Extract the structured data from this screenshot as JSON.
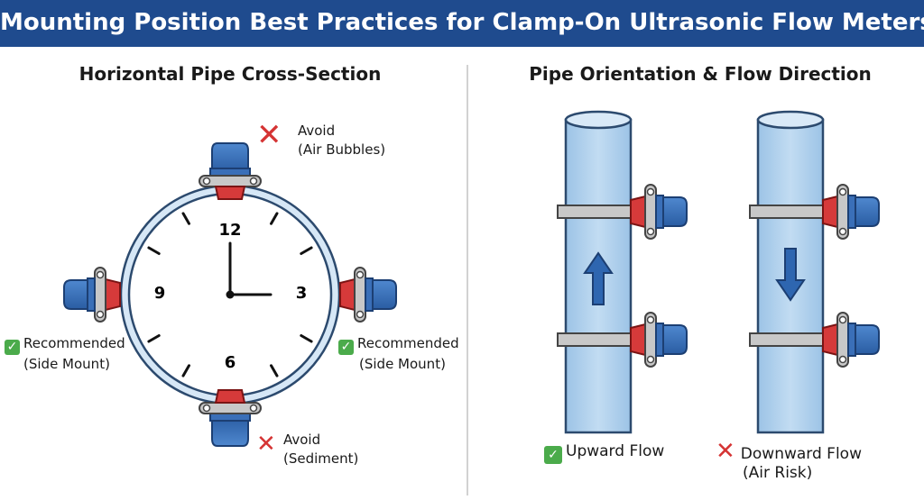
{
  "header": {
    "title": "Mounting Position Best Practices for Clamp-On Ultrasonic Flow Meters"
  },
  "left_panel": {
    "title": "Horizontal Pipe Cross-Section",
    "clock_numbers": {
      "n12": "12",
      "n3": "3",
      "n6": "6",
      "n9": "9"
    },
    "top_label": {
      "line1": "Avoid",
      "line2": "(Air Bubbles)"
    },
    "bottom_label": {
      "line1": "Avoid",
      "line2": "(Sediment)"
    },
    "left_label": {
      "line1": "Recommended",
      "line2": "(Side Mount)"
    },
    "right_label": {
      "line1": "Recommended",
      "line2": "(Side Mount)"
    }
  },
  "right_panel": {
    "title": "Pipe Orientation & Flow Direction",
    "upward": {
      "line1": "Upward Flow"
    },
    "downward": {
      "line1": "Downward Flow",
      "line2": "(Air Risk)"
    }
  },
  "icons": {
    "ok": "check-mark-icon",
    "bad": "x-mark-icon",
    "up": "arrow-up-icon",
    "down": "arrow-down-icon"
  },
  "colors": {
    "banner": "#1f4b8e",
    "pipe": "#a8cbe8",
    "transducer": "#2e66b0",
    "pad": "#d63a3a",
    "ok": "#4bab4b",
    "bad": "#d53434"
  }
}
